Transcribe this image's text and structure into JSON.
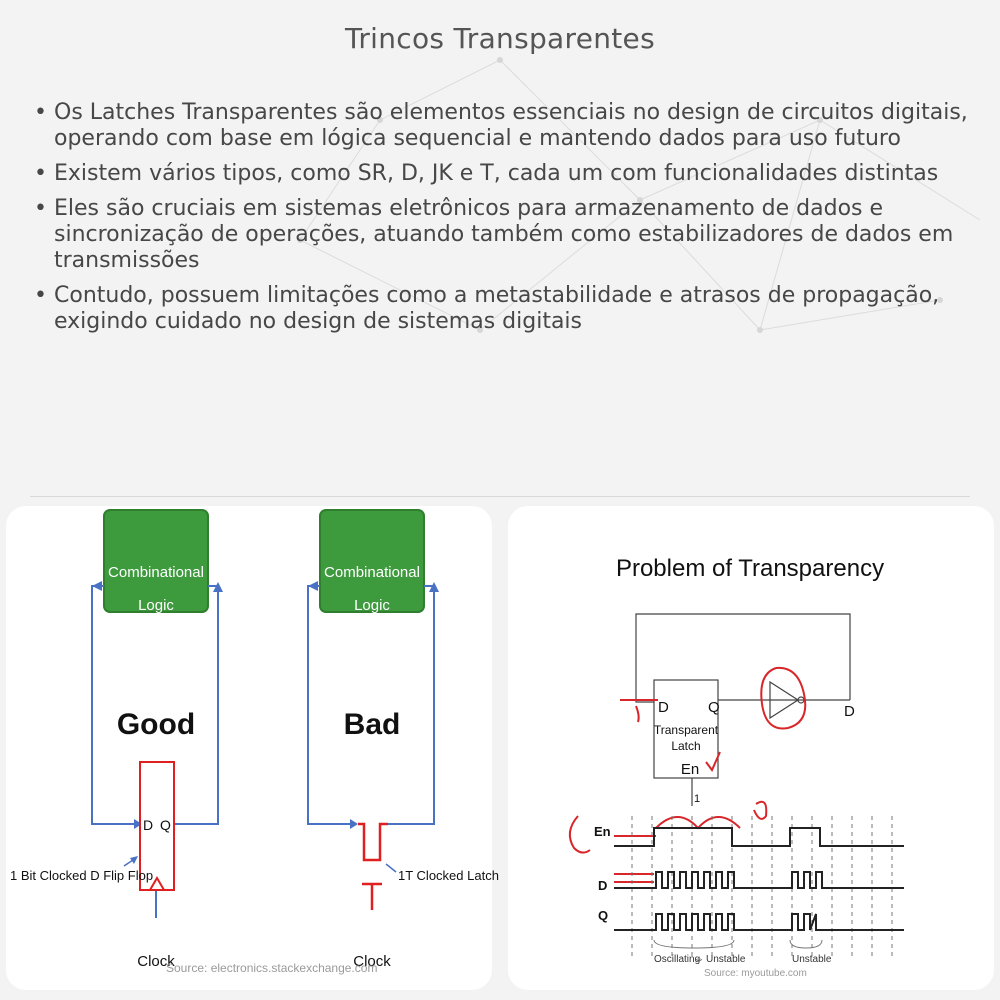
{
  "page": {
    "title": "Trincos Transparentes",
    "bullets": [
      "Os Latches Transparentes são elementos essenciais no design de circuitos digitais, operando com base em lógica sequencial e mantendo dados para uso futuro",
      "Existem vários tipos, como SR, D, JK e T, cada um com funcionalidades distintas",
      "Eles são cruciais em sistemas eletrônicos para armazenamento de dados e sincronização de operações, atuando também como estabilizadores de dados em transmissões",
      "Contudo, possuem limitações como a metastabilidade e atrasos de propagação, exigindo cuidado no design de sistemas digitais"
    ]
  },
  "left_figure": {
    "block_line1": "Combinational",
    "block_line2": "Logic",
    "good_label": "Good",
    "bad_label": "Bad",
    "ff_d": "D",
    "ff_q": "Q",
    "ff_label": "1 Bit Clocked D Flip Flop",
    "latch_label": "1T Clocked Latch",
    "clock_label": "Clock",
    "source": "Source: electronics.stackexchange.com",
    "colors": {
      "block": "#3d9a3d",
      "block_dark": "#2f7f2f",
      "wire": "#4a72c4",
      "latch": "#e02020"
    }
  },
  "right_figure": {
    "title": "Problem of Transparency",
    "latch_d": "D",
    "latch_q": "Q",
    "latch_line1": "Transparent",
    "latch_line2": "Latch",
    "latch_en": "En",
    "out_d": "D",
    "one": "1",
    "sig_en": "En",
    "sig_d": "D",
    "sig_q": "Q",
    "ann_oscillating": "Oscillating",
    "ann_arrow": "⇔",
    "ann_unstable1": "Unstable",
    "ann_unstable2": "Unstable",
    "source": "Source: myoutube.com",
    "colors": {
      "ink": "#222222",
      "pen": "#d8262a"
    }
  }
}
